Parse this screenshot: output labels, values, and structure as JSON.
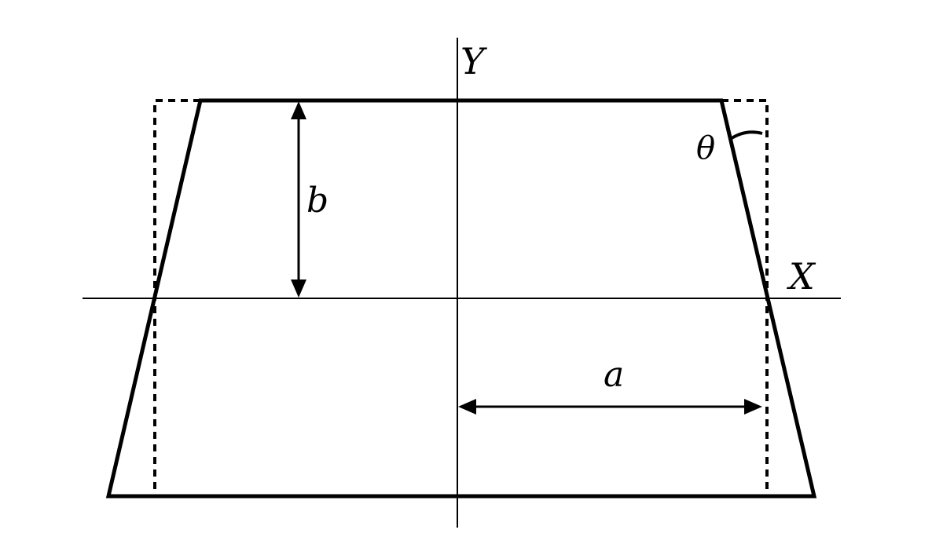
{
  "labels": {
    "y_axis": "Y",
    "x_axis": "X",
    "half_height": "b",
    "half_width": "a",
    "angle": "θ"
  }
}
